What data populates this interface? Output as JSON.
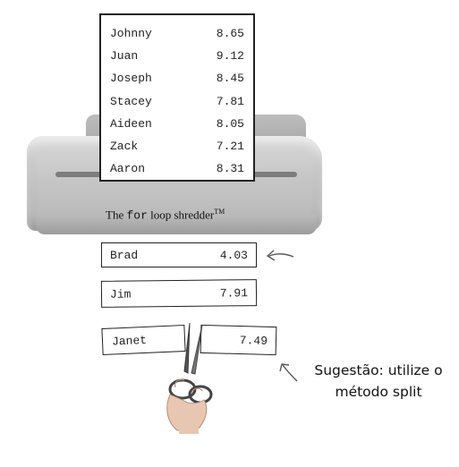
{
  "sheet": {
    "rows": [
      {
        "name": "Johnny",
        "score": "8.65"
      },
      {
        "name": "Juan",
        "score": "9.12"
      },
      {
        "name": "Joseph",
        "score": "8.45"
      },
      {
        "name": "Stacey",
        "score": "7.81"
      },
      {
        "name": "Aideen",
        "score": "8.05"
      },
      {
        "name": "Zack",
        "score": "7.21"
      },
      {
        "name": "Aaron",
        "score": "8.31"
      }
    ]
  },
  "shredder": {
    "label_prefix": "The ",
    "label_code": "for",
    "label_suffix": " loop shredder",
    "label_trademark": "TM"
  },
  "strips": {
    "brad": {
      "name": "Brad",
      "score": "4.03"
    },
    "jim": {
      "name": "Jim",
      "score": "7.91"
    },
    "janet": {
      "name": "Janet",
      "score": "7.49"
    }
  },
  "hint": {
    "line1": "Sugestão: utilize o",
    "line2": "método split"
  },
  "icons": [
    "scissors-icon",
    "arrow-icon"
  ]
}
